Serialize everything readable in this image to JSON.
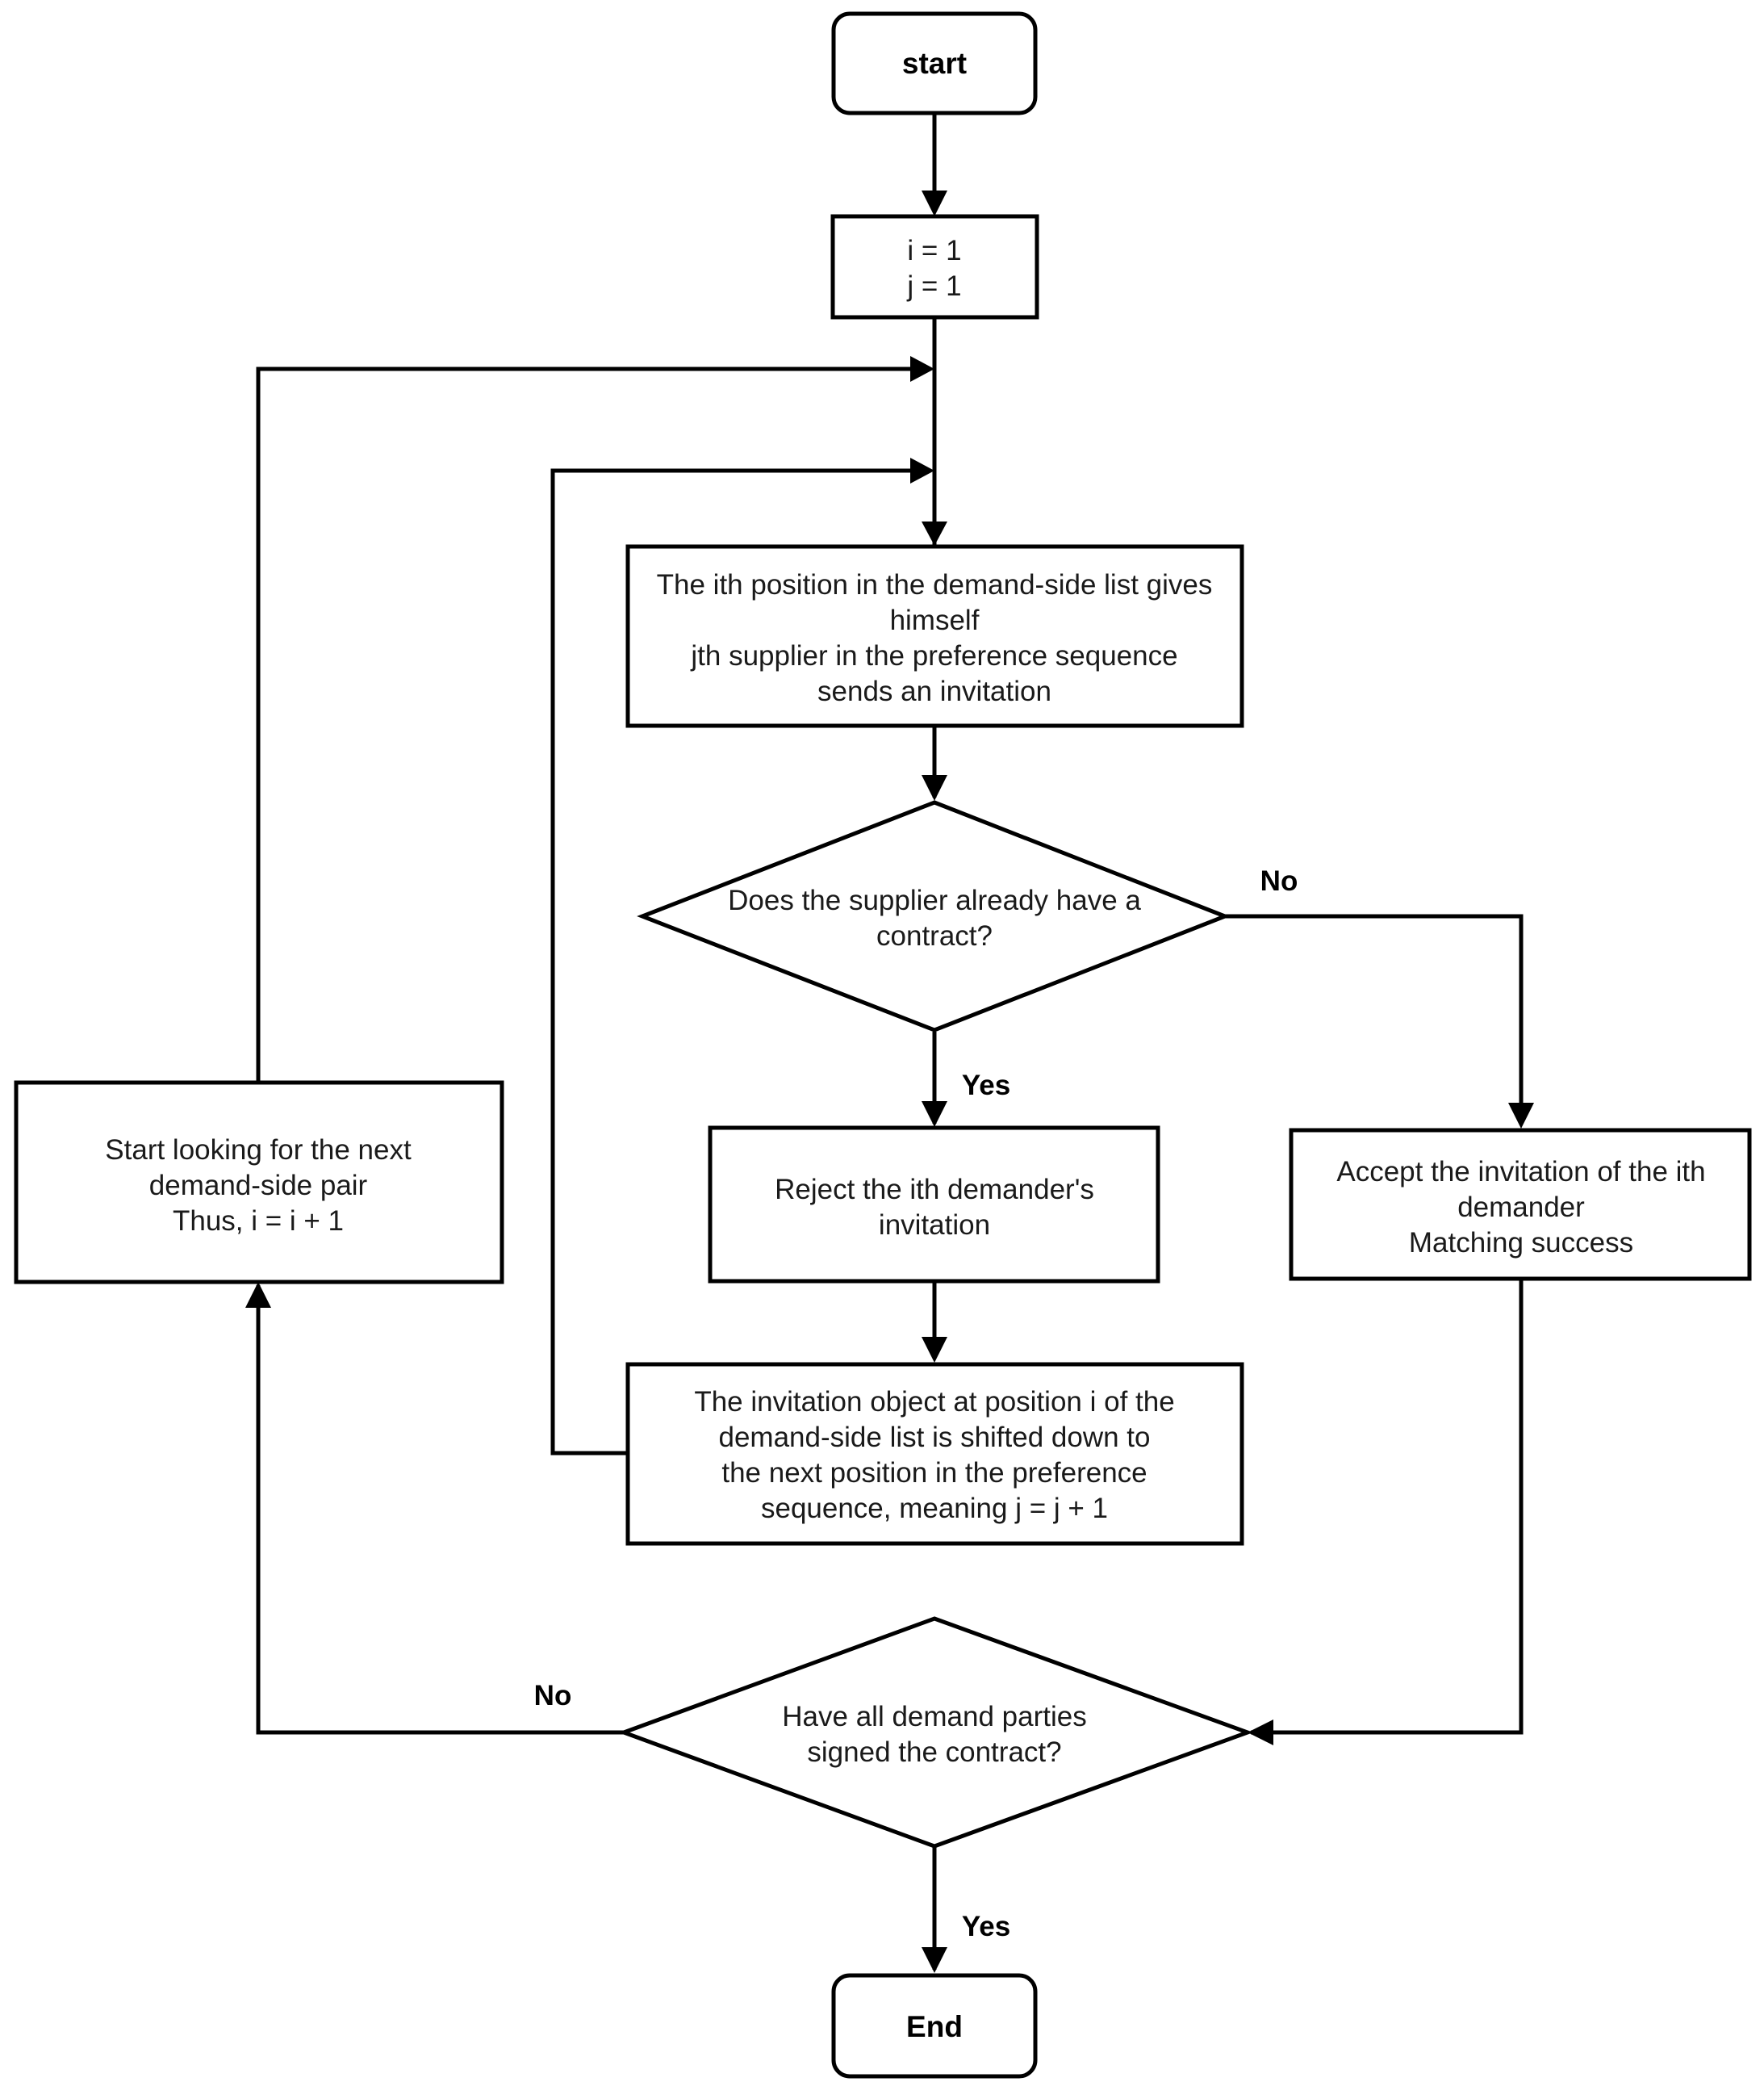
{
  "nodes": {
    "start": {
      "lines": [
        "start"
      ]
    },
    "init": {
      "lines": [
        "i = 1",
        "j = 1"
      ]
    },
    "invite": {
      "lines": [
        "The ith position in the demand-side list gives",
        "himself",
        "jth supplier in the preference sequence",
        "sends an invitation"
      ]
    },
    "has_contract": {
      "lines": [
        "Does the supplier already have a",
        "contract?"
      ]
    },
    "reject": {
      "lines": [
        "Reject the ith demander's",
        "invitation"
      ]
    },
    "accept": {
      "lines": [
        "Accept the invitation of the ith",
        "demander",
        "Matching success"
      ]
    },
    "shift": {
      "lines": [
        "The invitation object at position i of the",
        "demand-side list is shifted down to",
        "the next position in the preference",
        "sequence, meaning j = j + 1"
      ]
    },
    "next_pair": {
      "lines": [
        "Start looking for the next",
        "demand-side pair",
        "Thus, i = i + 1"
      ]
    },
    "all_signed": {
      "lines": [
        "Have all demand parties",
        "signed the contract?"
      ]
    },
    "end": {
      "lines": [
        "End"
      ]
    }
  },
  "edge_labels": {
    "has_contract_no": "No",
    "has_contract_yes": "Yes",
    "all_signed_no": "No",
    "all_signed_yes": "Yes"
  }
}
